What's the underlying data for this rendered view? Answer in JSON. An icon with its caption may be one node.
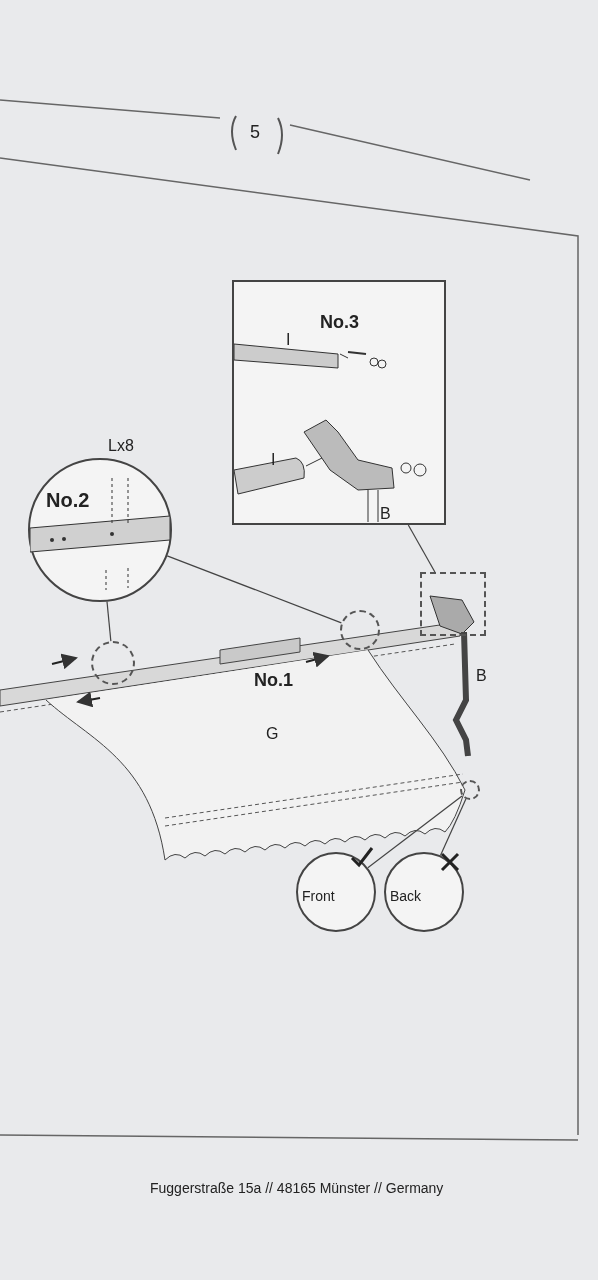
{
  "diagram": {
    "nodes": [
      {
        "text": [
          "No.3"
        ]
      },
      {
        "text": [
          "No.2"
        ],
        "beside": [
          "Lx8"
        ]
      },
      {
        "text": [],
        "shape": "circle"
      },
      {
        "text": [],
        "shape": "circle"
      },
      {
        "text": [],
        "shape": "box"
      },
      {
        "text": [
          "Front"
        ]
      },
      {
        "text": [
          "Back"
        ]
      },
      {
        "text": [],
        "shape": "circle"
      }
    ],
    "edges": [
      {
        "from": 2,
        "to": 1,
        "arrow": "none"
      },
      {
        "from": 3,
        "to": 1,
        "arrow": "none"
      },
      {
        "from": 4,
        "to": 0,
        "arrow": "none"
      },
      {
        "from": 7,
        "to": 5,
        "arrow": "none"
      },
      {
        "from": 7,
        "to": 6,
        "arrow": "none"
      }
    ],
    "labels": [
      "5",
      "I",
      "I",
      "B",
      "No.1",
      "G",
      "B",
      "Fuggerstraße 15a // 48165 Münster // Germany"
    ]
  }
}
